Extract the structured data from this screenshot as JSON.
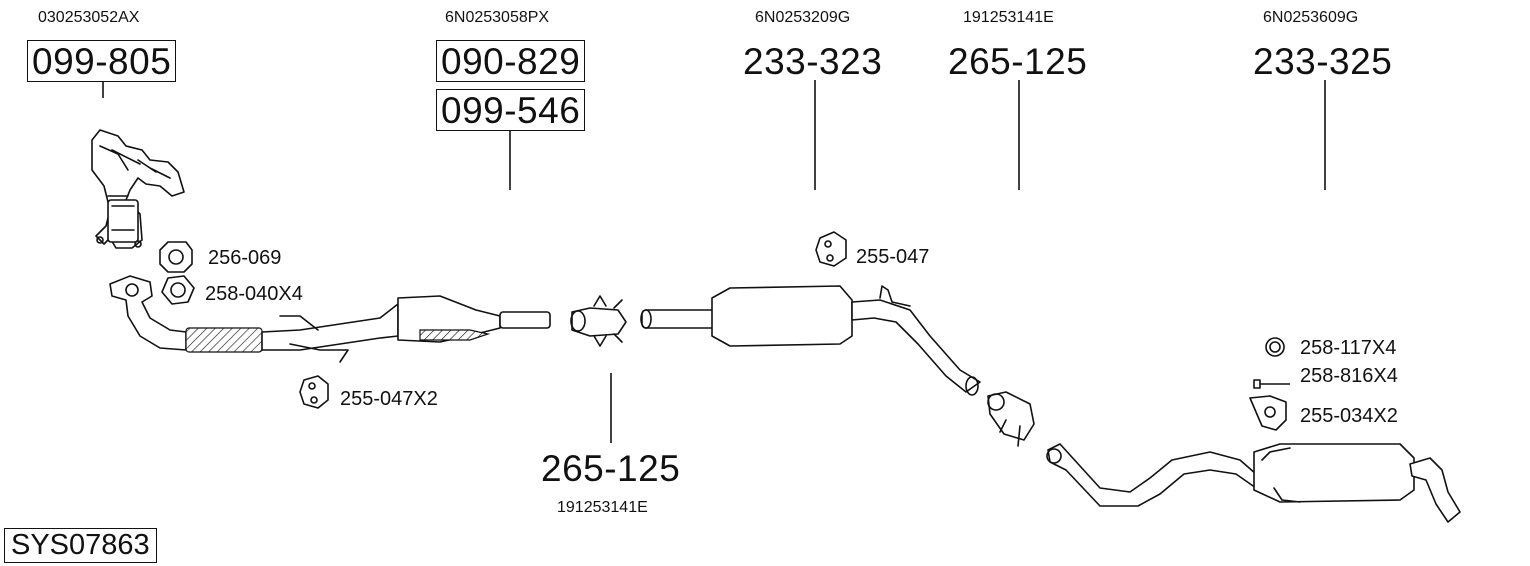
{
  "system_code": "SYS07863",
  "oem_numbers": {
    "manifold": "030253052AX",
    "front_pipe": "6N0253058PX",
    "middle": "6N0253209G",
    "clamp_top": "191253141E",
    "rear": "6N0253609G",
    "clamp_bottom": "191253141E"
  },
  "part_numbers": {
    "manifold": "099-805",
    "front_pipe_a": "090-829",
    "front_pipe_b": "099-546",
    "middle": "233-323",
    "clamp_top": "265-125",
    "rear": "233-325",
    "clamp_bottom": "265-125"
  },
  "accessories": {
    "gasket": "256-069",
    "nut": "258-040X4",
    "hanger_front": "255-047X2",
    "hanger_mid": "255-047",
    "ring_rear": "258-117X4",
    "bolt_rear": "258-816X4",
    "hanger_rear": "255-034X2"
  }
}
